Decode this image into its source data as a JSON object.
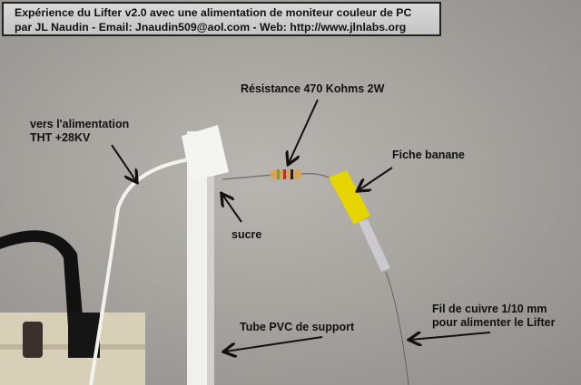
{
  "banner": {
    "line1": "Expérience du Lifter v2.0 avec une alimentation de moniteur couleur de PC",
    "line2": "par JL Naudin - Email: Jnaudin509@aol.com - Web: http://www.jlnlabs.org"
  },
  "labels": {
    "supply_1": "vers l'alimentation",
    "supply_2": "THT +28KV",
    "resistor": "Résistance 470 Kohms 2W",
    "plug": "Fiche banane",
    "sugar": "sucre",
    "tube": "Tube PVC de support",
    "wire_1": "Fil de cuivre 1/10 mm",
    "wire_2": "pour alimenter le Lifter"
  }
}
